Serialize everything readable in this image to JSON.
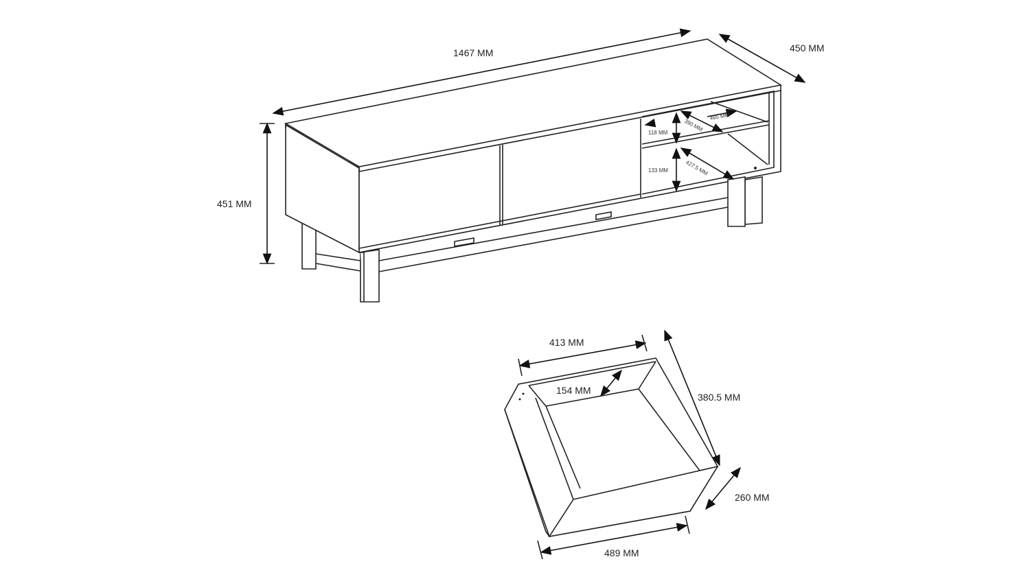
{
  "cabinet": {
    "width": "1467 MM",
    "depth": "450 MM",
    "height": "451 MM",
    "upper_shelf_height": "118 MM",
    "upper_shelf_depth": "390 MM",
    "upper_shelf_width": "465 MM",
    "lower_shelf_height": "133 MM",
    "lower_shelf_depth": "427.5 MM"
  },
  "drawer": {
    "inner_width": "413 MM",
    "inner_height": "154 MM",
    "depth": "380.5 MM",
    "front_height": "260 MM",
    "front_width": "489 MM"
  }
}
